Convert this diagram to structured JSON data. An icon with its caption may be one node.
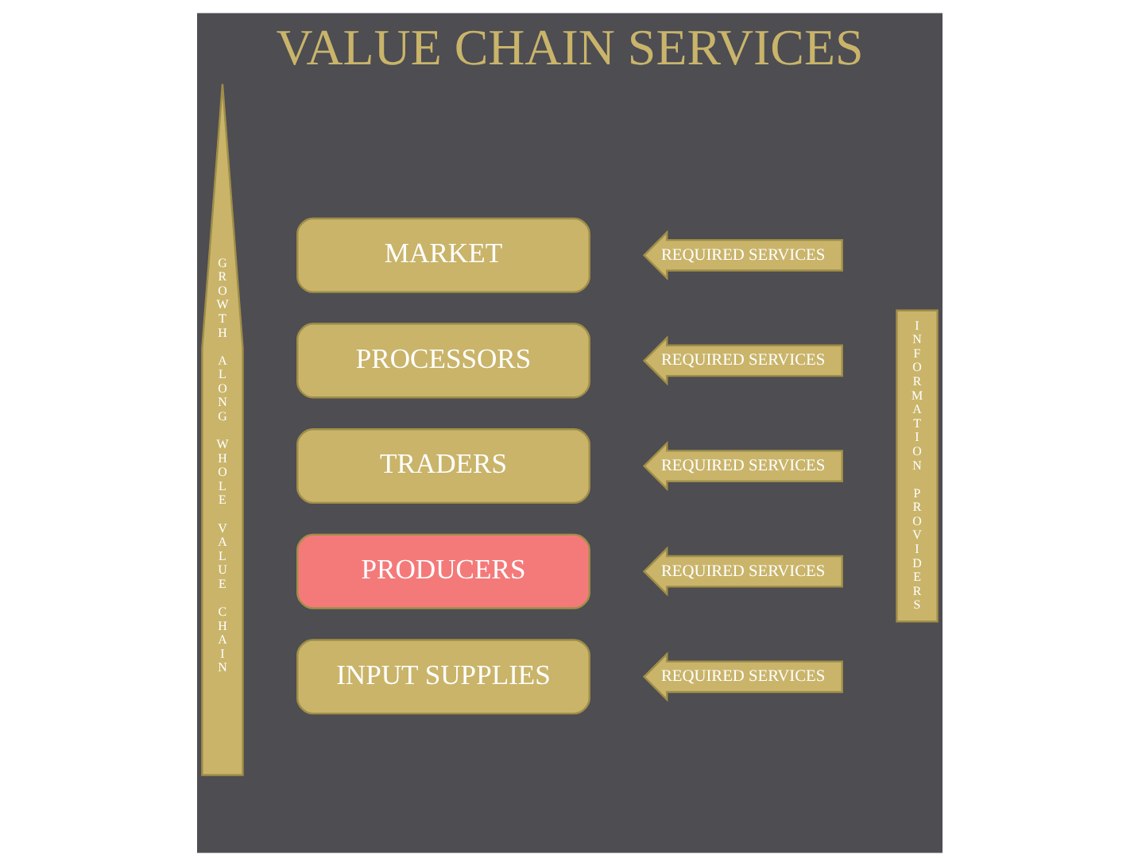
{
  "diagram": {
    "title": "VALUE CHAIN SERVICES",
    "nodes": [
      {
        "text": [
          "GROWTH ALONG WHOLE VALUE CHAIN"
        ]
      },
      {
        "text": [
          "MARKET"
        ]
      },
      {
        "text": [
          "REQUIRED SERVICES"
        ]
      },
      {
        "text": [
          "PROCESSORS"
        ]
      },
      {
        "text": [
          "REQUIRED SERVICES"
        ]
      },
      {
        "text": [
          "TRADERS"
        ]
      },
      {
        "text": [
          "REQUIRED SERVICES"
        ]
      },
      {
        "text": [
          "PRODUCERS"
        ]
      },
      {
        "text": [
          "REQUIRED SERVICES"
        ]
      },
      {
        "text": [
          "INPUT SUPPLIES"
        ]
      },
      {
        "text": [
          "REQUIRED SERVICES"
        ]
      },
      {
        "text": [
          "INFORMATION PROVIDERS"
        ]
      }
    ]
  }
}
